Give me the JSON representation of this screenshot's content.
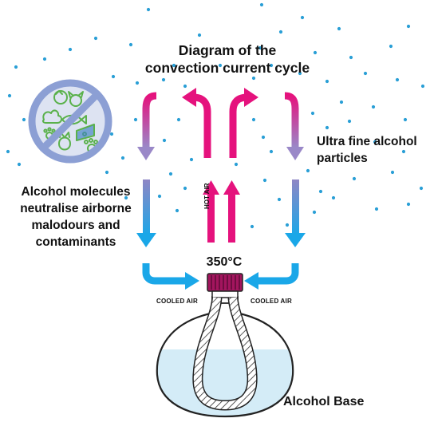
{
  "title": [
    "Diagram of the",
    "convection current cycle"
  ],
  "left_caption": [
    "Alcohol molecules",
    "neutralise airborne",
    "malodours and",
    "contaminants"
  ],
  "right_caption": [
    "Ultra fine alcohol",
    "particles"
  ],
  "labels": {
    "temperature": "350°C",
    "hot_air": "HOT AIR",
    "cooled_air_left": "COOLED AIR",
    "cooled_air_right": "COOLED AIR",
    "alcohol_base": "Alcohol Base"
  },
  "icons": {
    "prohibition_sign": "no-malodours-icon",
    "flask": "lampe-berger-flask-icon",
    "wick_stone": "catalytic-stone-icon"
  },
  "colors": {
    "hot": "#e5127d",
    "cool": "#1aa7e8",
    "dot": "#2a9fd6",
    "prohibition": "#8c9fd4",
    "prohibition_fill": "#dde3f2",
    "icons": "#5ab14b",
    "liquid": "#d4ecf7",
    "cap": "#a3155e"
  }
}
